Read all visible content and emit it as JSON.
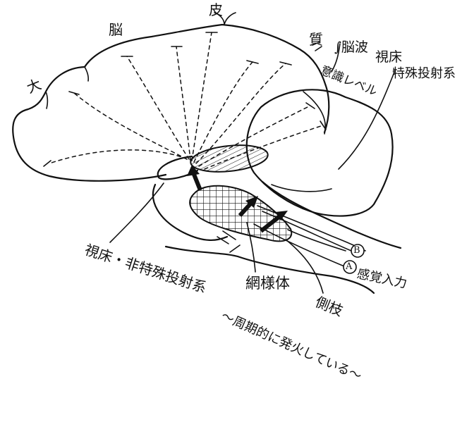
{
  "labels": {
    "cortex_1": "大",
    "cortex_2": "脳",
    "cortex_3": "皮",
    "cortex_4": "質",
    "brainwave": "∫脳波",
    "consciousness_level": "意識レベル",
    "thalamus": "視床",
    "specific_projection": "特殊投射系",
    "nonspecific_projection": "視床・非特殊投射系",
    "reticular": "網様体",
    "collateral": "側枝",
    "sensory_input": "感覚入力",
    "periodic_note": "〜周期的に発火している〜",
    "circle_a": "A",
    "circle_b": "B"
  },
  "colors": {
    "ink": "#111111",
    "background": "#ffffff"
  }
}
